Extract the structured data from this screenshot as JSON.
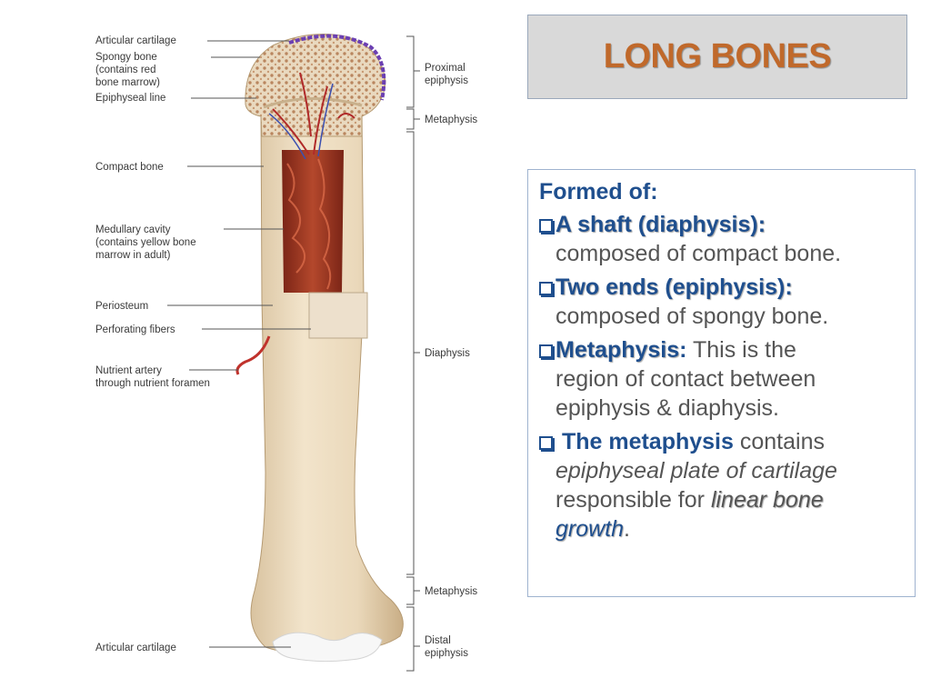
{
  "title": "LONG BONES",
  "content": {
    "heading": "Formed of:",
    "bullets": [
      {
        "term": "A shaft (diaphysis):",
        "text": "composed of compact bone."
      },
      {
        "term": "Two ends (epiphysis):",
        "text": "composed of spongy bone."
      },
      {
        "term": "Metaphysis",
        "colon": ":",
        "text_a": "This is the",
        "text_b": "region of contact between",
        "text_c": "epiphysis & diaphysis."
      },
      {
        "term": "The metaphysis",
        "text_a": "contains",
        "text_b": "epiphyseal plate of cartilage",
        "text_c": "responsible for",
        "text_d": "linear bone",
        "text_e": "growth",
        "text_f": "."
      }
    ]
  },
  "diagram": {
    "left_labels": {
      "articular_top": "Articular cartilage",
      "spongy_1": "Spongy bone",
      "spongy_2": "(contains red",
      "spongy_3": "bone marrow)",
      "epiphyseal_line": "Epiphyseal line",
      "compact_bone": "Compact bone",
      "medullary_1": "Medullary cavity",
      "medullary_2": "(contains yellow bone",
      "medullary_3": "marrow in adult)",
      "periosteum": "Periosteum",
      "perforating": "Perforating fibers",
      "nutrient_1": "Nutrient artery",
      "nutrient_2": "through nutrient foramen",
      "articular_bottom": "Articular cartilage"
    },
    "right_labels": {
      "proximal_1": "Proximal",
      "proximal_2": "epiphysis",
      "metaphysis_top": "Metaphysis",
      "diaphysis": "Diaphysis",
      "metaphysis_bottom": "Metaphysis",
      "distal_1": "Distal",
      "distal_2": "epiphysis"
    }
  }
}
